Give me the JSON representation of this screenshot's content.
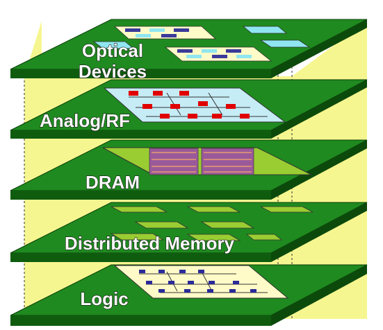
{
  "layers": [
    {
      "id": "optical",
      "label_lines": [
        "Optical",
        "Devices"
      ]
    },
    {
      "id": "analog",
      "label_lines": [
        "Analog/RF"
      ]
    },
    {
      "id": "dram",
      "label_lines": [
        "DRAM"
      ]
    },
    {
      "id": "memory",
      "label_lines": [
        "Distributed Memory"
      ]
    },
    {
      "id": "logic",
      "label_lines": [
        "Logic"
      ]
    }
  ],
  "colors": {
    "layer_top": "#1f8a1f",
    "layer_front": "#0f5c0f",
    "layer_side": "#0c4a0c",
    "pillar": "#f6f690",
    "optical_chip": "#8fe6f0",
    "analog_chip": "#c6ecf6",
    "analog_node": "#e00000",
    "dram_chip": "#9acd32",
    "memory_block": "#9acd32",
    "logic_chip": "#fffbc8",
    "logic_node": "#2a2a9a"
  },
  "icons": [
    "optical-device-chip",
    "rf-chip",
    "dram-module",
    "memory-block",
    "logic-chip"
  ]
}
